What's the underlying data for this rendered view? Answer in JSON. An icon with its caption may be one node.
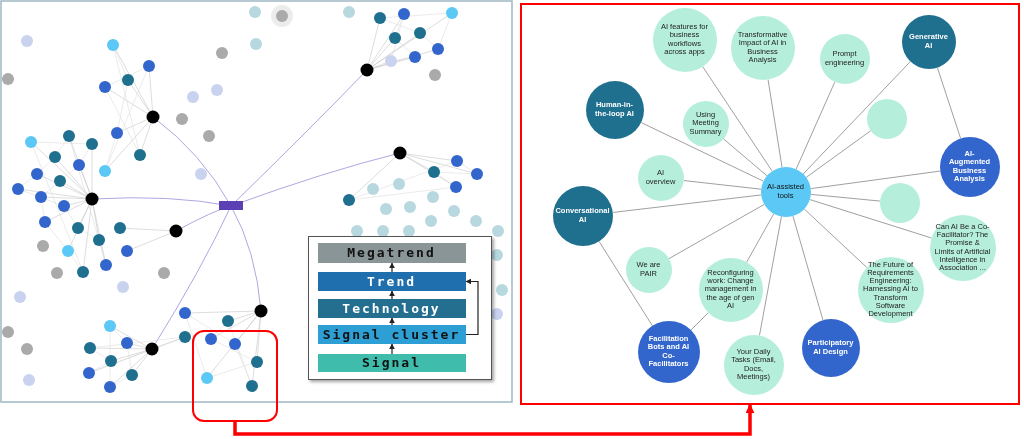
{
  "diagram": {
    "nodes": [
      {
        "text": [],
        "shape": "box"
      },
      {
        "text": [
          "Megatrend"
        ],
        "in": 0
      },
      {
        "text": [
          "Trend"
        ],
        "in": 0
      },
      {
        "text": [
          "Technology"
        ],
        "in": 0
      },
      {
        "text": [
          "Signal cluster"
        ],
        "in": 0
      },
      {
        "text": [
          "Signal"
        ],
        "in": 0
      },
      {
        "text": [],
        "shape": "box"
      },
      {
        "text": [],
        "shape": "box"
      },
      {
        "text": [
          "AI features for business workflows across apps"
        ],
        "in": 7
      },
      {
        "text": [
          "Generative AI"
        ],
        "in": 7
      },
      {
        "text": [
          "Transformative Impact of AI in Business Analysis"
        ],
        "in": 7
      },
      {
        "text": [
          "Prompt engineering"
        ],
        "in": 7
      },
      {
        "text": [
          "Human-in-the-loop AI"
        ],
        "in": 7
      },
      {
        "text": [
          "Using Meeting Summary"
        ],
        "in": 7
      },
      {
        "text": [],
        "shape": "circle",
        "in": 7
      },
      {
        "text": [
          "AI-Augmented Business Analysis"
        ],
        "in": 7
      },
      {
        "text": [
          "AI overview"
        ],
        "in": 7
      },
      {
        "text": [
          "AI-assisted tools"
        ],
        "in": 7
      },
      {
        "text": [],
        "shape": "circle",
        "in": 7
      },
      {
        "text": [
          "Conversational AI"
        ],
        "in": 7
      },
      {
        "text": [
          "Can AI Be a Co-Facilitator? The Promise & Limits of Artificial Intelligence in Association ..."
        ],
        "in": 7
      },
      {
        "text": [
          "We are PAIR"
        ],
        "in": 7
      },
      {
        "text": [
          "The Future of Requirements Engineering: Harnessing AI to Transform Software Development"
        ],
        "in": 7
      },
      {
        "text": [
          "Reconfiguring work: Change management in the age of gen AI"
        ],
        "in": 7
      },
      {
        "text": [
          "Participatory AI Design"
        ],
        "in": 7
      },
      {
        "text": [
          "Facilitation Bots and AI Co-Facilitators"
        ],
        "in": 7
      },
      {
        "text": [
          "Your Daily Tasks (Email, Docs, Meetings)"
        ],
        "in": 7
      }
    ],
    "edges": [
      {
        "from": 5,
        "to": 4,
        "arrow": "to",
        "color": "#222222"
      },
      {
        "from": 4,
        "to": 3,
        "arrow": "to",
        "color": "#222222"
      },
      {
        "from": 3,
        "to": 2,
        "arrow": "to",
        "color": "#222222"
      },
      {
        "from": 2,
        "to": 1,
        "arrow": "to",
        "color": "#222222"
      },
      {
        "from": 4,
        "to": 2,
        "arrow": "to",
        "color": "#222222"
      },
      {
        "from": 6,
        "to": 7,
        "arrow": "to",
        "style": "thick",
        "color": "#ff0000"
      },
      {
        "from": 17,
        "to": 8,
        "arrow": "none"
      },
      {
        "from": 17,
        "to": 9,
        "arrow": "none"
      },
      {
        "from": 17,
        "to": 10,
        "arrow": "none"
      },
      {
        "from": 17,
        "to": 11,
        "arrow": "none"
      },
      {
        "from": 17,
        "to": 12,
        "arrow": "none"
      },
      {
        "from": 17,
        "to": 13,
        "arrow": "none"
      },
      {
        "from": 17,
        "to": 14,
        "arrow": "none"
      },
      {
        "from": 17,
        "to": 15,
        "arrow": "none"
      },
      {
        "from": 17,
        "to": 16,
        "arrow": "none"
      },
      {
        "from": 17,
        "to": 18,
        "arrow": "none"
      },
      {
        "from": 17,
        "to": 19,
        "arrow": "none"
      },
      {
        "from": 17,
        "to": 20,
        "arrow": "none"
      },
      {
        "from": 17,
        "to": 21,
        "arrow": "none"
      },
      {
        "from": 17,
        "to": 22,
        "arrow": "none"
      },
      {
        "from": 17,
        "to": 23,
        "arrow": "none"
      },
      {
        "from": 17,
        "to": 24,
        "arrow": "none"
      },
      {
        "from": 17,
        "to": 26,
        "arrow": "none"
      },
      {
        "from": 9,
        "to": 15,
        "arrow": "none"
      },
      {
        "from": 19,
        "to": 25,
        "arrow": "none"
      },
      {
        "from": 23,
        "to": 25,
        "arrow": "none"
      }
    ]
  }
}
